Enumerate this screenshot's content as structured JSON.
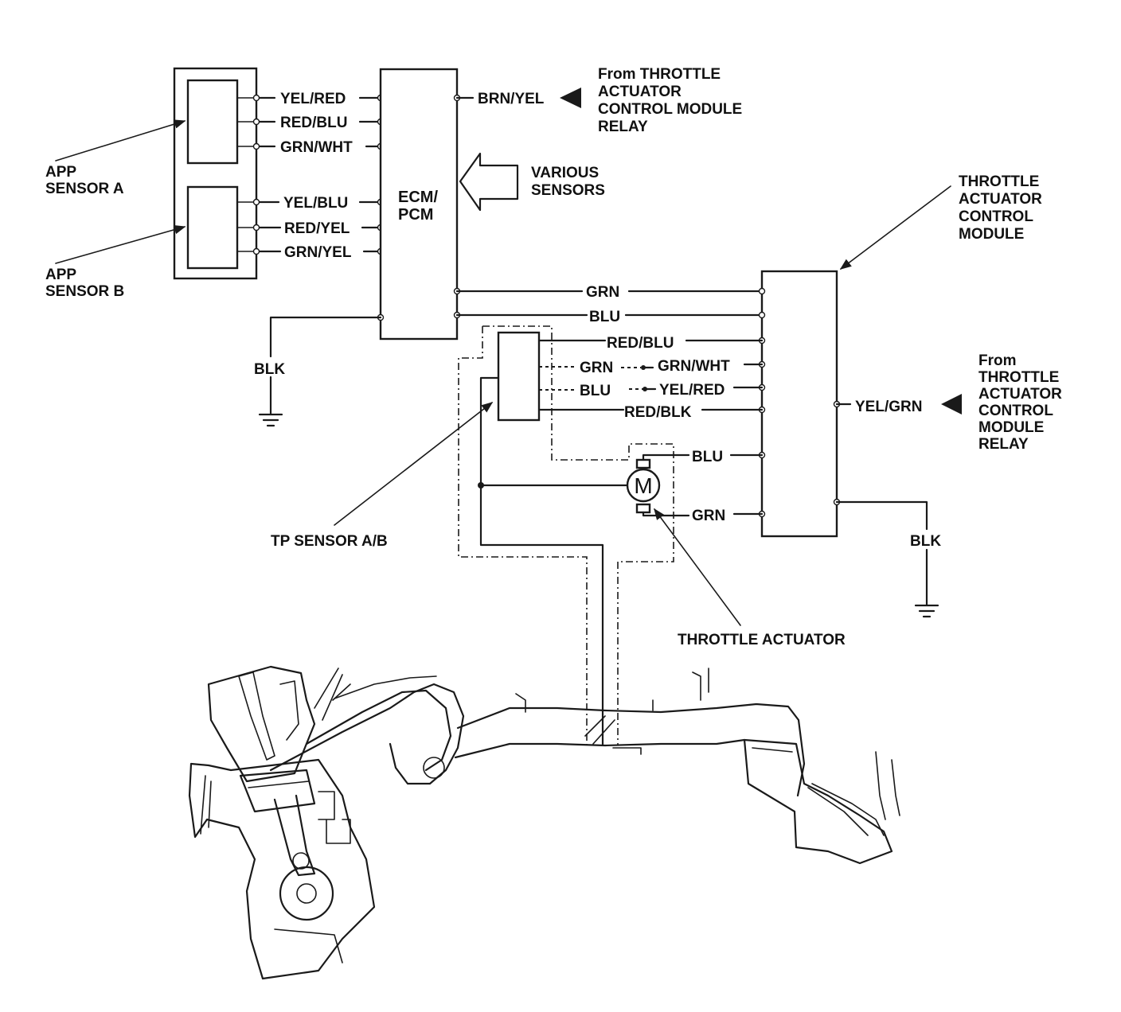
{
  "components": {
    "ecm": [
      "ECM/",
      "PCM"
    ],
    "app_sensor_a": [
      "APP",
      "SENSOR A"
    ],
    "app_sensor_b": [
      "APP",
      "SENSOR B"
    ],
    "throttle_actuator_control_module": [
      "THROTTLE",
      "ACTUATOR",
      "CONTROL",
      "MODULE"
    ],
    "tp_sensor": "TP SENSOR A/B",
    "throttle_actuator": "THROTTLE ACTUATOR",
    "motor_symbol": "M",
    "various_sensors": [
      "VARIOUS",
      "SENSORS"
    ]
  },
  "sources": {
    "relay_top": [
      "From THROTTLE",
      "ACTUATOR",
      "CONTROL MODULE",
      "RELAY"
    ],
    "relay_right": [
      "From",
      "THROTTLE",
      "ACTUATOR",
      "CONTROL",
      "MODULE",
      "RELAY"
    ]
  },
  "wires": {
    "app_a": [
      "YEL/RED",
      "RED/BLU",
      "GRN/WHT"
    ],
    "app_b": [
      "YEL/BLU",
      "RED/YEL",
      "GRN/YEL"
    ],
    "ecm_power": "BRN/YEL",
    "ecm_to_tacm": [
      "GRN",
      "BLU"
    ],
    "ecm_ground": "BLK",
    "tp_left": [
      "GRN",
      "BLU"
    ],
    "tp_right": [
      "RED/BLU",
      "GRN/WHT",
      "YEL/RED",
      "RED/BLK"
    ],
    "motor": [
      "BLU",
      "GRN"
    ],
    "tacm_power": "YEL/GRN",
    "tacm_ground": "BLK"
  }
}
